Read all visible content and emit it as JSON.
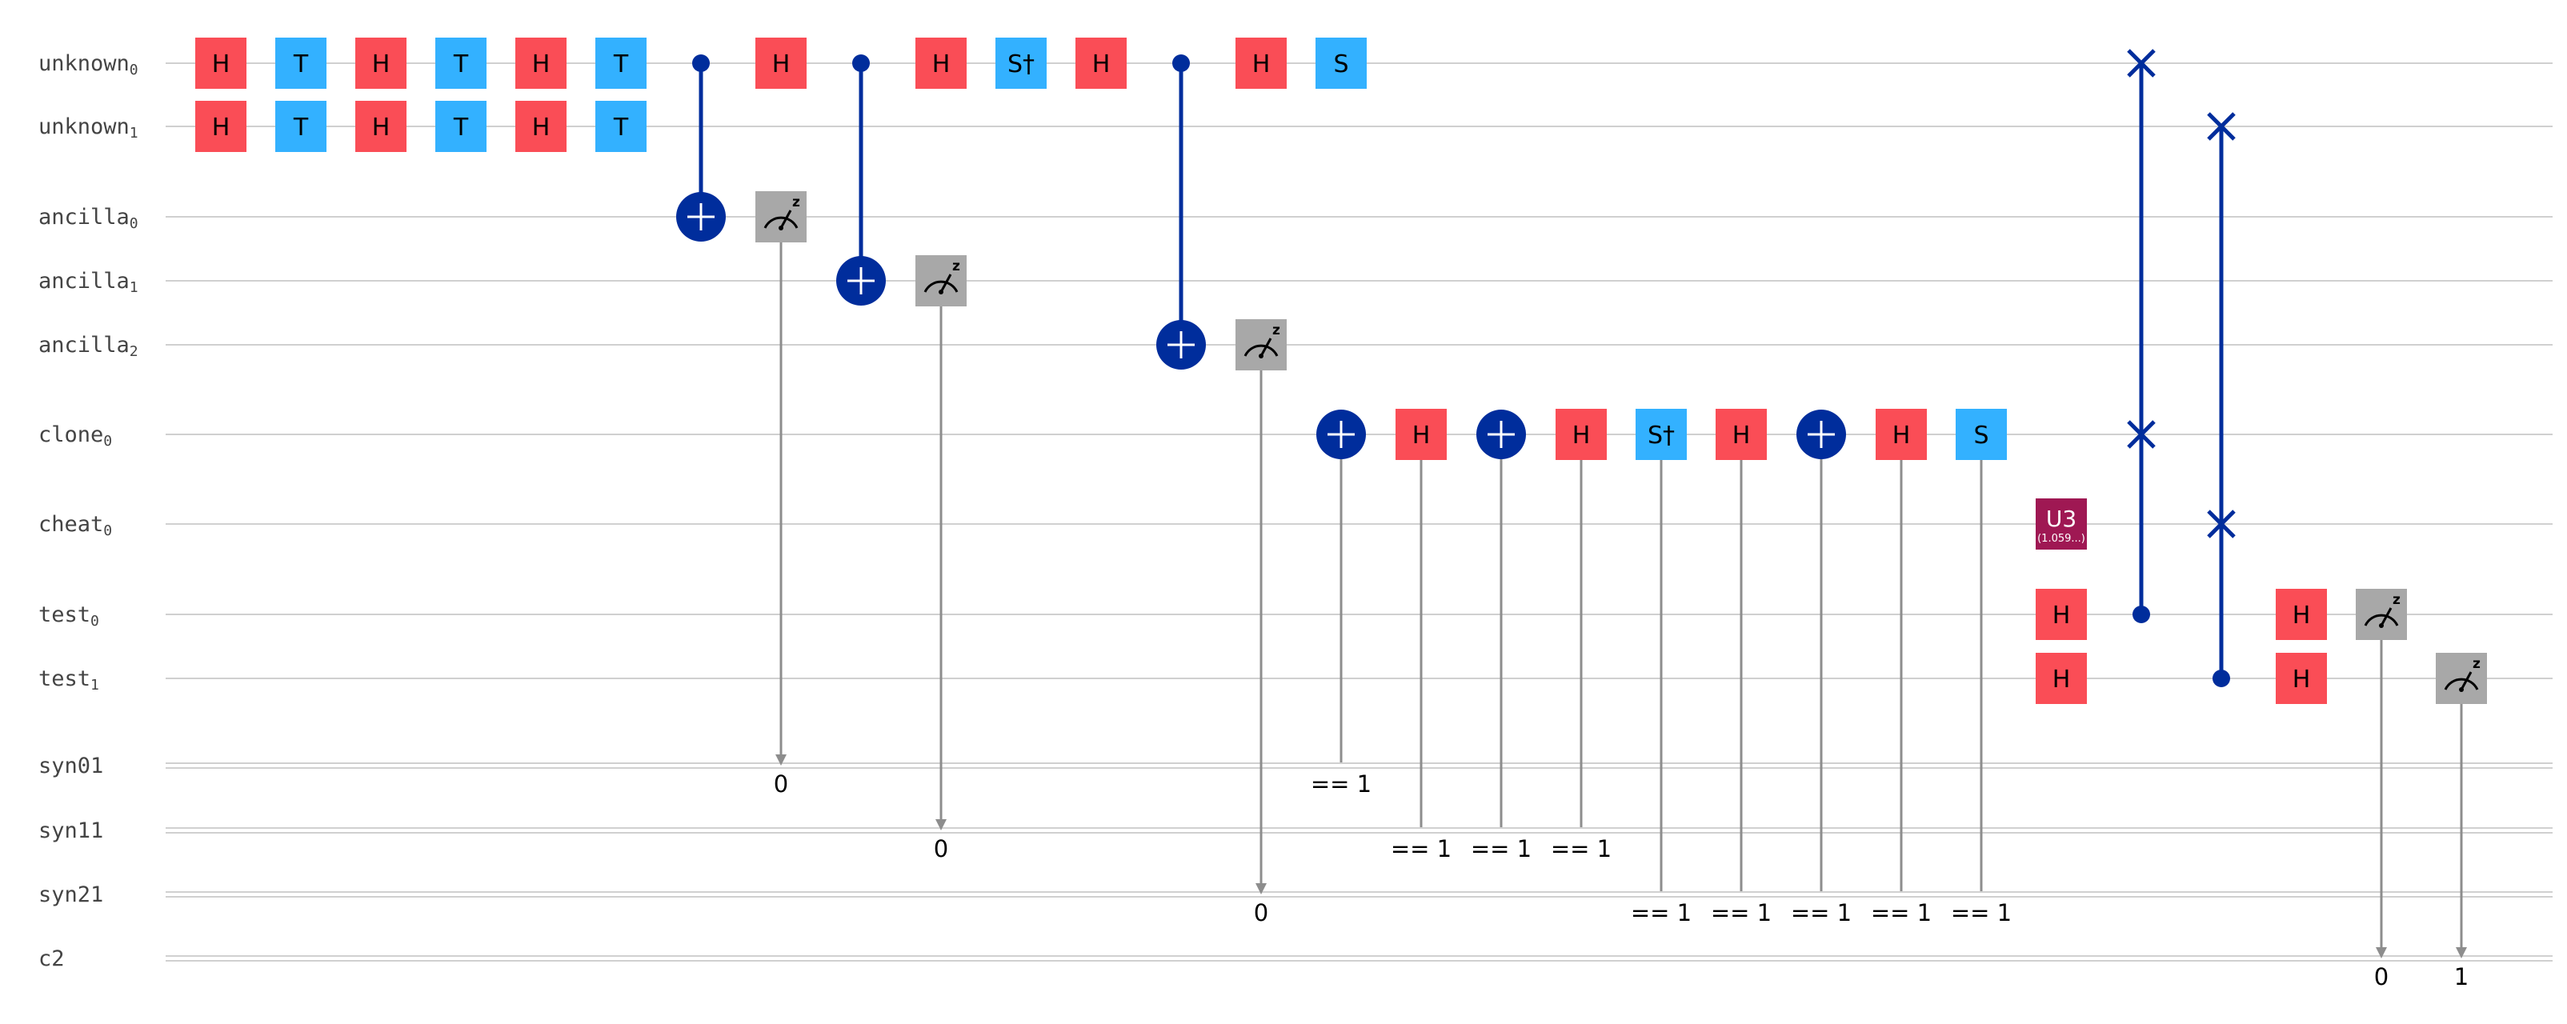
{
  "wires": [
    {
      "base": "unknown",
      "sub": "0",
      "kind": "quantum"
    },
    {
      "base": "unknown",
      "sub": "1",
      "kind": "quantum"
    },
    {
      "base": "ancilla",
      "sub": "0",
      "kind": "quantum"
    },
    {
      "base": "ancilla",
      "sub": "1",
      "kind": "quantum"
    },
    {
      "base": "ancilla",
      "sub": "2",
      "kind": "quantum"
    },
    {
      "base": "clone",
      "sub": "0",
      "kind": "quantum"
    },
    {
      "base": "cheat",
      "sub": "0",
      "kind": "quantum"
    },
    {
      "base": "test",
      "sub": "0",
      "kind": "quantum"
    },
    {
      "base": "test",
      "sub": "1",
      "kind": "quantum"
    },
    {
      "base": "syn01",
      "sub": "",
      "kind": "classical"
    },
    {
      "base": "syn11",
      "sub": "",
      "kind": "classical"
    },
    {
      "base": "syn21",
      "sub": "",
      "kind": "classical"
    },
    {
      "base": "c2",
      "sub": "",
      "kind": "classical"
    }
  ],
  "colors": {
    "h_gate": "#fa4d56",
    "phase_gate": "#33b1ff",
    "control": "#002d9c",
    "measure": "#a8a8a8",
    "u3_gate": "#9f1853",
    "wire": "#d0d0d0",
    "classical_arrow": "#8d8d8d"
  },
  "gates": [
    {
      "type": "box",
      "label": "H",
      "color": "h_gate",
      "col": 0,
      "wire": 0
    },
    {
      "type": "box",
      "label": "T",
      "color": "phase_gate",
      "col": 1,
      "wire": 0
    },
    {
      "type": "box",
      "label": "H",
      "color": "h_gate",
      "col": 2,
      "wire": 0
    },
    {
      "type": "box",
      "label": "T",
      "color": "phase_gate",
      "col": 3,
      "wire": 0
    },
    {
      "type": "box",
      "label": "H",
      "color": "h_gate",
      "col": 4,
      "wire": 0
    },
    {
      "type": "box",
      "label": "T",
      "color": "phase_gate",
      "col": 5,
      "wire": 0
    },
    {
      "type": "box",
      "label": "H",
      "color": "h_gate",
      "col": 0,
      "wire": 1
    },
    {
      "type": "box",
      "label": "T",
      "color": "phase_gate",
      "col": 1,
      "wire": 1
    },
    {
      "type": "box",
      "label": "H",
      "color": "h_gate",
      "col": 2,
      "wire": 1
    },
    {
      "type": "box",
      "label": "T",
      "color": "phase_gate",
      "col": 3,
      "wire": 1
    },
    {
      "type": "box",
      "label": "H",
      "color": "h_gate",
      "col": 4,
      "wire": 1
    },
    {
      "type": "box",
      "label": "T",
      "color": "phase_gate",
      "col": 5,
      "wire": 1
    },
    {
      "type": "cx",
      "col": 6,
      "control": 0,
      "target": 2
    },
    {
      "type": "measure",
      "col": 7,
      "wire": 2,
      "creg": 9,
      "bit": "0"
    },
    {
      "type": "box",
      "label": "H",
      "color": "h_gate",
      "col": 7,
      "wire": 0
    },
    {
      "type": "cx",
      "col": 8,
      "control": 0,
      "target": 3
    },
    {
      "type": "measure",
      "col": 9,
      "wire": 3,
      "creg": 10,
      "bit": "0"
    },
    {
      "type": "box",
      "label": "H",
      "color": "h_gate",
      "col": 9,
      "wire": 0
    },
    {
      "type": "box",
      "label": "S†",
      "color": "phase_gate",
      "col": 10,
      "wire": 0
    },
    {
      "type": "box",
      "label": "H",
      "color": "h_gate",
      "col": 11,
      "wire": 0
    },
    {
      "type": "cx",
      "col": 12,
      "control": 0,
      "target": 4
    },
    {
      "type": "measure",
      "col": 13,
      "wire": 4,
      "creg": 11,
      "bit": "0"
    },
    {
      "type": "box",
      "label": "H",
      "color": "h_gate",
      "col": 13,
      "wire": 0
    },
    {
      "type": "box",
      "label": "S",
      "color": "phase_gate",
      "col": 14,
      "wire": 0
    },
    {
      "type": "ccx",
      "col": 14,
      "wire": 5,
      "creg": 9,
      "cond": "== 1"
    },
    {
      "type": "cbox",
      "label": "H",
      "color": "h_gate",
      "col": 15,
      "wire": 5,
      "creg": 10,
      "cond": "== 1"
    },
    {
      "type": "ccx",
      "col": 16,
      "wire": 5,
      "creg": 10,
      "cond": "== 1"
    },
    {
      "type": "cbox",
      "label": "H",
      "color": "h_gate",
      "col": 17,
      "wire": 5,
      "creg": 10,
      "cond": "== 1"
    },
    {
      "type": "cbox",
      "label": "S†",
      "color": "phase_gate",
      "col": 18,
      "wire": 5,
      "creg": 11,
      "cond": "== 1"
    },
    {
      "type": "cbox",
      "label": "H",
      "color": "h_gate",
      "col": 19,
      "wire": 5,
      "creg": 11,
      "cond": "== 1"
    },
    {
      "type": "ccx",
      "col": 20,
      "wire": 5,
      "creg": 11,
      "cond": "== 1"
    },
    {
      "type": "cbox",
      "label": "H",
      "color": "h_gate",
      "col": 21,
      "wire": 5,
      "creg": 11,
      "cond": "== 1"
    },
    {
      "type": "cbox",
      "label": "S",
      "color": "phase_gate",
      "col": 22,
      "wire": 5,
      "creg": 11,
      "cond": "== 1"
    },
    {
      "type": "u3",
      "label": "U3",
      "param": "(1.059...)",
      "color": "u3_gate",
      "col": 23,
      "wire": 6
    },
    {
      "type": "box",
      "label": "H",
      "color": "h_gate",
      "col": 23,
      "wire": 7
    },
    {
      "type": "box",
      "label": "H",
      "color": "h_gate",
      "col": 23,
      "wire": 8
    },
    {
      "type": "cswap",
      "col": 24,
      "control": 7,
      "targets": [
        0,
        5
      ]
    },
    {
      "type": "cswap",
      "col": 25,
      "control": 8,
      "targets": [
        1,
        6
      ]
    },
    {
      "type": "box",
      "label": "H",
      "color": "h_gate",
      "col": 26,
      "wire": 7
    },
    {
      "type": "box",
      "label": "H",
      "color": "h_gate",
      "col": 26,
      "wire": 8
    },
    {
      "type": "measure",
      "col": 27,
      "wire": 7,
      "creg": 12,
      "bit": "0"
    },
    {
      "type": "measure",
      "col": 28,
      "wire": 8,
      "creg": 12,
      "bit": "1"
    }
  ]
}
